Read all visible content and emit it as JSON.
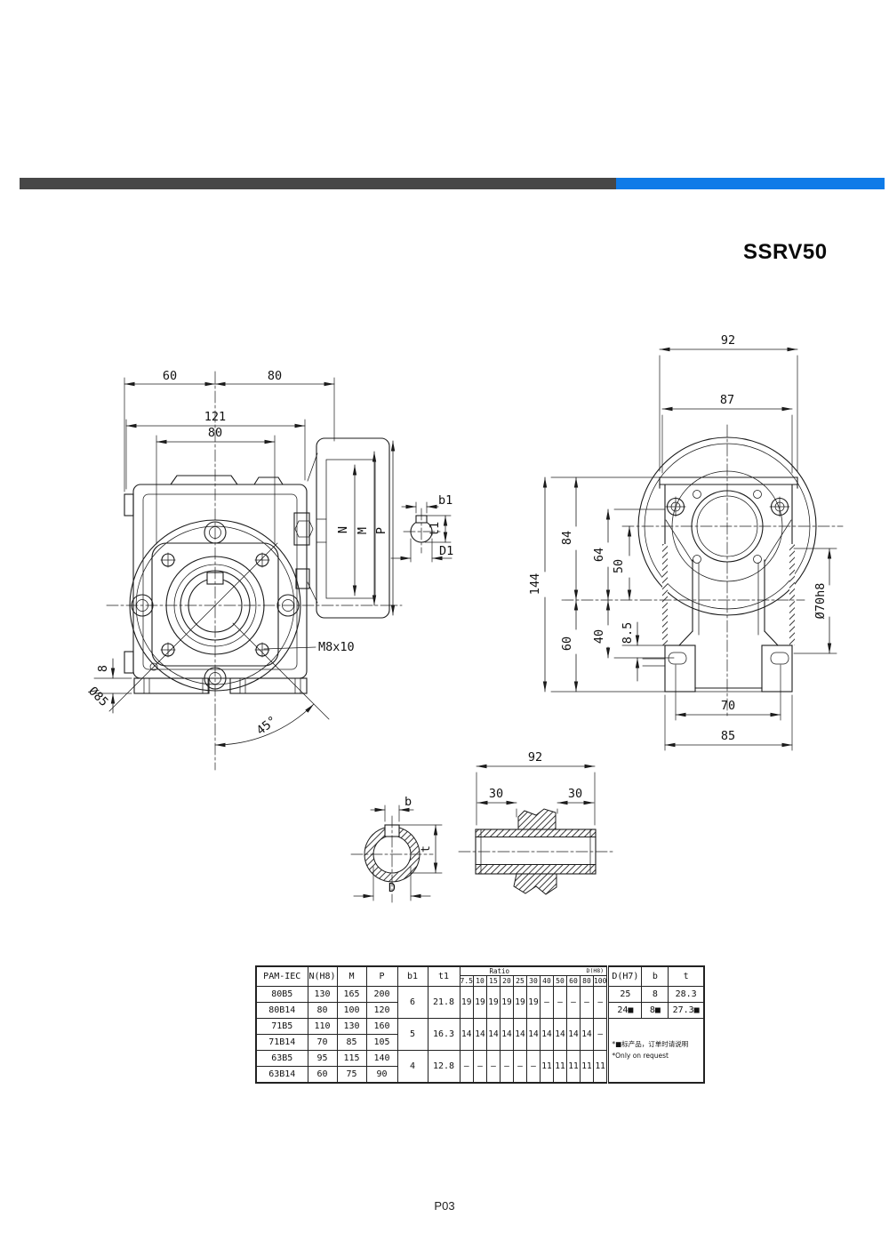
{
  "page": {
    "title": "SSRV50",
    "footer": "P03"
  },
  "colors": {
    "bar_dark": "#474747",
    "bar_blue": "#0f7be8",
    "line": "#1b1b1b"
  },
  "front_view": {
    "dims": {
      "d60": "60",
      "d80_top": "80",
      "d121": "121",
      "d80_flange": "80",
      "m8x10": "M8x10",
      "d8": "8",
      "dia85": "Ø85",
      "a45": "45°"
    },
    "flange": {
      "n": "N",
      "m": "M",
      "p": "P"
    },
    "input_shaft": {
      "b1": "b1",
      "t1": "t1",
      "d1": "D1"
    }
  },
  "side_view": {
    "dims": {
      "d92": "92",
      "d87": "87",
      "d144": "144",
      "d84": "84",
      "d64": "64",
      "d50": "50",
      "d60": "60",
      "d40": "40",
      "d8_5": "8.5",
      "dia70": "Ø70h8",
      "d70": "70",
      "d85": "85"
    }
  },
  "shaft_section": {
    "dims": {
      "b": "b",
      "t": "t",
      "d": "D",
      "d92": "92",
      "d30_left": "30",
      "d30_right": "30"
    }
  },
  "table": {
    "headers": {
      "pam": "PAM-IEC",
      "n": "N(H8)",
      "m": "M",
      "p": "P",
      "b1": "b1",
      "t1": "t1",
      "ratio": "Ratio",
      "dh8": "D(H8)",
      "dh7": "D(H7)",
      "b": "b",
      "t": "t",
      "ratios": [
        "7.5",
        "10",
        "15",
        "20",
        "25",
        "30",
        "40",
        "50",
        "60",
        "80",
        "100"
      ]
    },
    "groups": [
      {
        "rows": [
          {
            "pam": "80B5",
            "n": "130",
            "m": "165",
            "p": "200",
            "d": "25",
            "b": "8",
            "t": "28.3"
          },
          {
            "pam": "80B14",
            "n": "80",
            "m": "100",
            "p": "120",
            "d": "24■",
            "b": "8■",
            "t": "27.3■"
          }
        ],
        "b1": "6",
        "t1": "21.8",
        "ratios": [
          "19",
          "19",
          "19",
          "19",
          "19",
          "19",
          "—",
          "—",
          "—",
          "—",
          "—"
        ]
      },
      {
        "rows": [
          {
            "pam": "71B5",
            "n": "110",
            "m": "130",
            "p": "160"
          },
          {
            "pam": "71B14",
            "n": "70",
            "m": "85",
            "p": "105"
          }
        ],
        "b1": "5",
        "t1": "16.3",
        "ratios": [
          "14",
          "14",
          "14",
          "14",
          "14",
          "14",
          "14",
          "14",
          "14",
          "14",
          "—"
        ]
      },
      {
        "rows": [
          {
            "pam": "63B5",
            "n": "95",
            "m": "115",
            "p": "140"
          },
          {
            "pam": "63B14",
            "n": "60",
            "m": "75",
            "p": "90"
          }
        ],
        "b1": "4",
        "t1": "12.8",
        "ratios": [
          "—",
          "—",
          "—",
          "—",
          "—",
          "—",
          "11",
          "11",
          "11",
          "11",
          "11"
        ]
      }
    ],
    "note": {
      "line1": "*■标产品，订单时请说明",
      "line2": "*Only on request"
    }
  }
}
